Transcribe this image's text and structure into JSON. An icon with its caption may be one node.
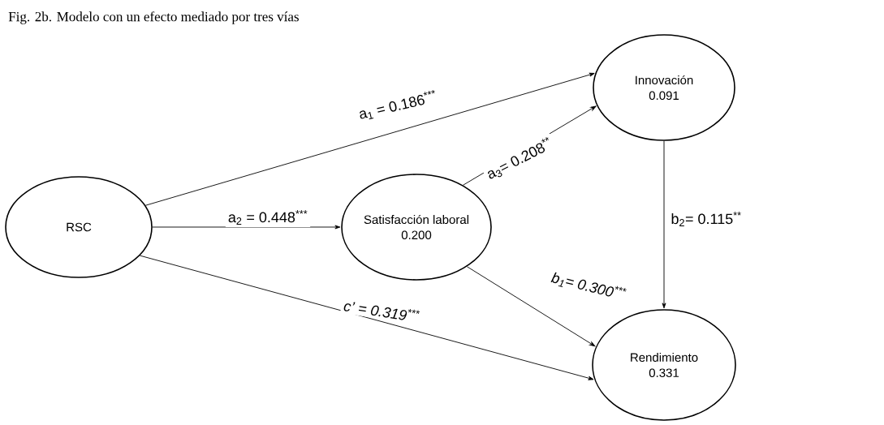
{
  "diagram": {
    "title": "Fig. 2b. Modelo con un efecto mediado por tres vías",
    "nodes": [
      {
        "text": [
          "RSC"
        ]
      },
      {
        "text": [
          "Satisfacción laboral",
          "0.200"
        ]
      },
      {
        "text": [
          "Innovación",
          "0.091"
        ]
      },
      {
        "text": [
          "Rendimiento",
          "0.331"
        ]
      }
    ],
    "edges": [
      {
        "from": 0,
        "to": 2,
        "arrow": "to",
        "label": "a$_{1}$ = 0.186$^{***}$"
      },
      {
        "from": 0,
        "to": 1,
        "arrow": "to",
        "label": "a$_{2}$ = 0.448$^{***}$"
      },
      {
        "from": 1,
        "to": 2,
        "arrow": "to",
        "label": "a$_{3}$= 0.208$^{**}$"
      },
      {
        "from": 2,
        "to": 3,
        "arrow": "to",
        "label": "b$_{2}$= 0.115$^{**}$"
      },
      {
        "from": 1,
        "to": 3,
        "arrow": "to",
        "label": "b$_{1}$= 0.300$^{***}$"
      },
      {
        "from": 0,
        "to": 3,
        "arrow": "to",
        "label": "c’ = 0.319$^{***}$"
      }
    ]
  }
}
